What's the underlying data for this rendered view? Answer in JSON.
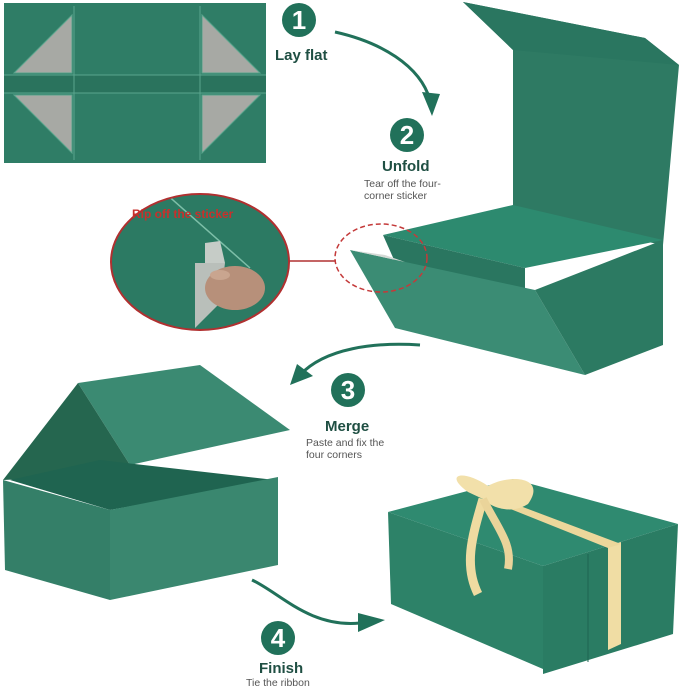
{
  "steps": [
    {
      "number": "1",
      "title": "Lay flat",
      "description": ""
    },
    {
      "number": "2",
      "title": "Unfold",
      "description": "Tear off the four-corner sticker",
      "desc_line1": "Tear off the four-",
      "desc_line2": "corner sticker"
    },
    {
      "number": "3",
      "title": "Merge",
      "description": "Paste and fix the four corners",
      "desc_line1": "Paste and fix the",
      "desc_line2": "four corners"
    },
    {
      "number": "4",
      "title": "Finish",
      "description": "Tie the ribbon",
      "desc_line1": "Tie the ribbon"
    }
  ],
  "callout": {
    "label": "Rip off the sticker",
    "color": "#d02020"
  },
  "images": {
    "flat_box": "flat-unfolded-box",
    "open_box": "open-box-unfolded-sides",
    "sticker_closeup": "sticker-peel-closeup",
    "merged_box": "assembled-box-open-lid",
    "gift_box": "closed-box-with-ribbon"
  },
  "colors": {
    "accent": "#21715a",
    "box_green": "#2e7d66",
    "box_light": "#4d9a82",
    "sticker_gray": "#a6a8a3",
    "ribbon": "#f1dfa6",
    "callout_red": "#c43a3a"
  }
}
